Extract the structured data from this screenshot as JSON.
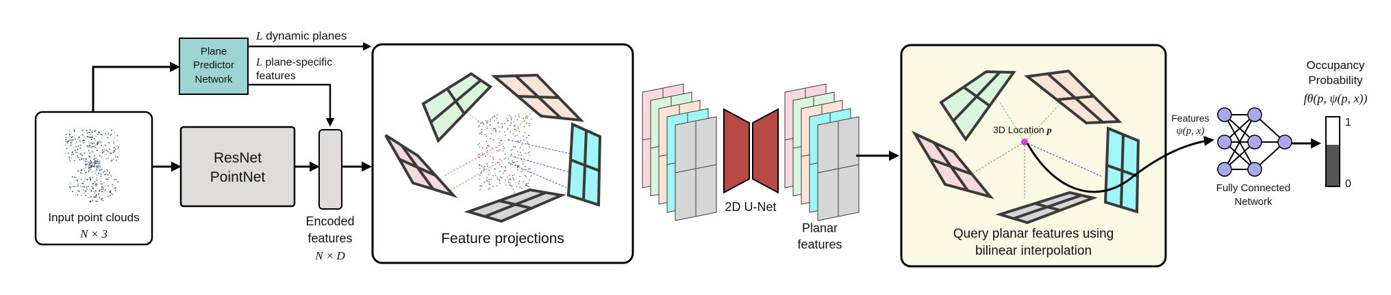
{
  "input": {
    "label": "Input point clouds",
    "shape": "N × 3"
  },
  "plane_predictor": {
    "title_line1": "Plane",
    "title_line2": "Predictor",
    "title_line3": "Network",
    "out_planes_var": "L",
    "out_planes_text": "dynamic planes",
    "out_features_var": "L",
    "out_features_text_line1": "plane-specific",
    "out_features_text_line2": "features"
  },
  "encoder": {
    "line1": "ResNet",
    "line2": "PointNet"
  },
  "encoded": {
    "line1": "Encoded",
    "line2": "features",
    "shape": "N × D"
  },
  "projection_panel": {
    "caption": "Feature projections"
  },
  "unet": {
    "label": "2D U-Net"
  },
  "planar": {
    "line1": "Planar",
    "line2": "features"
  },
  "query_panel": {
    "location_label": "3D Location ",
    "location_var": "p",
    "caption_line1": "Query planar features using",
    "caption_line2": "bilinear interpolation"
  },
  "network": {
    "features_label": "Features",
    "features_math": "ψ(p, x)",
    "label_line1": "Fully Connected",
    "label_line2": "Network"
  },
  "occupancy": {
    "line1": "Occupancy",
    "line2": "Probability",
    "formula": "fθ(p, ψ(p, x))",
    "scale_max": "1",
    "scale_min": "0",
    "level": 0.6
  },
  "colors": {
    "predictor_fill": "#9ed3d3",
    "encoder_fill": "#dedbdb",
    "query_panel_fill": "#fbf9e4",
    "unet_fill": "#b84a46",
    "node_fill": "#a8a8ee",
    "plane_green": "#d9f5dc",
    "plane_peach": "#fae4d6",
    "plane_pink": "#f6d9dc",
    "plane_cyan": "#9ff6f6",
    "plane_gray": "#d6d6d6",
    "query_point": "#d43fe4"
  }
}
